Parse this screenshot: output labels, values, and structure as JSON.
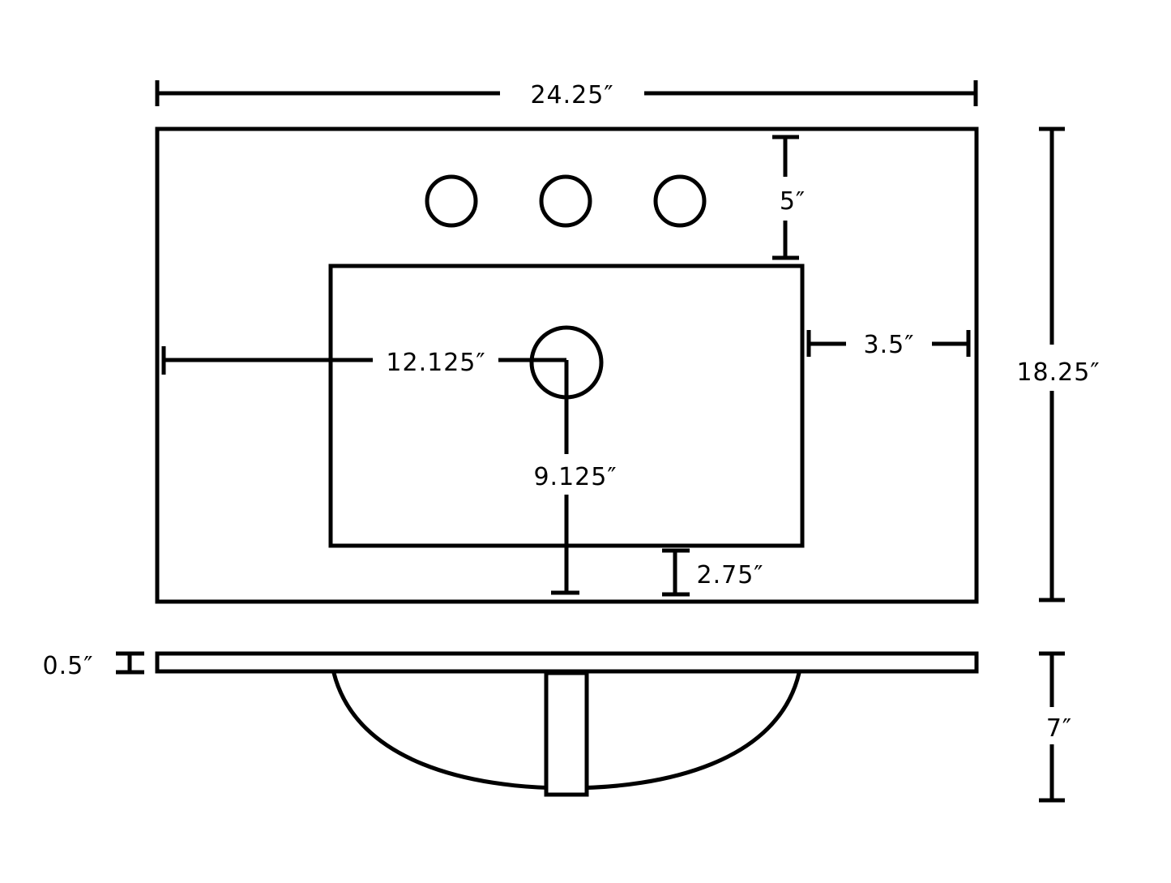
{
  "dimensions": {
    "overall_width": "24.25″",
    "overall_depth": "18.25″",
    "faucet_to_bowl": "5″",
    "bowl_to_right_edge": "3.5″",
    "drain_from_left": "12.125″",
    "drain_from_front": "9.125″",
    "bowl_to_front_edge": "2.75″",
    "top_thickness": "0.5″",
    "bowl_depth": "7″"
  },
  "colors": {
    "line": "#000000",
    "background": "#ffffff"
  }
}
